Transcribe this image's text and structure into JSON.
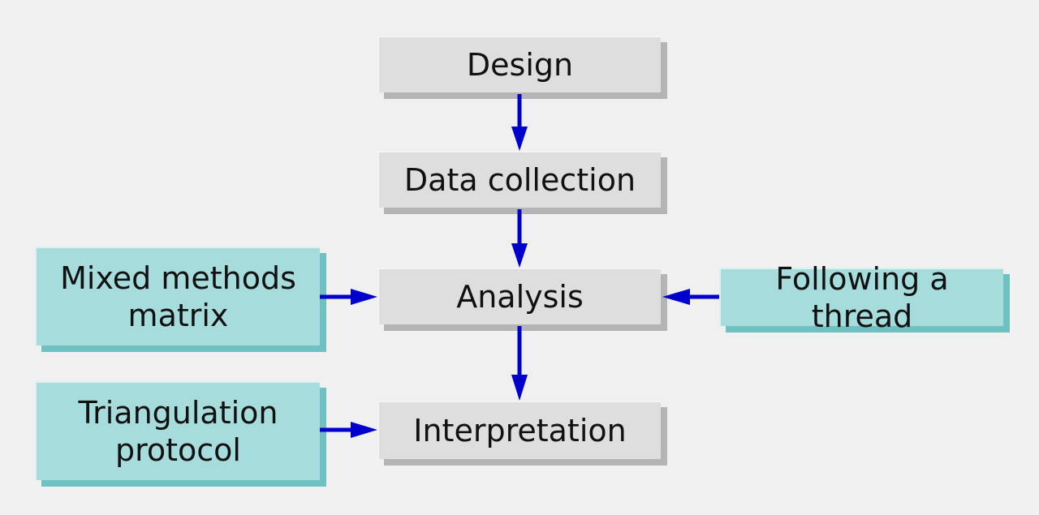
{
  "diagram": {
    "main_steps": [
      {
        "id": "design",
        "label": "Design"
      },
      {
        "id": "data_collection",
        "label": "Data collection"
      },
      {
        "id": "analysis",
        "label": "Analysis"
      },
      {
        "id": "interpretation",
        "label": "Interpretation"
      }
    ],
    "side_methods": [
      {
        "id": "mixed_methods_matrix",
        "label": "Mixed methods\nmatrix",
        "feeds": "analysis"
      },
      {
        "id": "following_a_thread",
        "label": "Following a thread",
        "feeds": "analysis"
      },
      {
        "id": "triangulation_protocol",
        "label": "Triangulation\nprotocol",
        "feeds": "interpretation"
      }
    ],
    "connections": [
      {
        "from": "design",
        "to": "data_collection"
      },
      {
        "from": "data_collection",
        "to": "analysis"
      },
      {
        "from": "analysis",
        "to": "interpretation"
      },
      {
        "from": "mixed_methods_matrix",
        "to": "analysis"
      },
      {
        "from": "following_a_thread",
        "to": "analysis"
      },
      {
        "from": "triangulation_protocol",
        "to": "interpretation"
      }
    ],
    "colors": {
      "background": "#f0f0f0",
      "step_box": "#dedede",
      "method_box": "#a6dcdc",
      "arrow": "#0000cc",
      "text": "#111111"
    }
  }
}
